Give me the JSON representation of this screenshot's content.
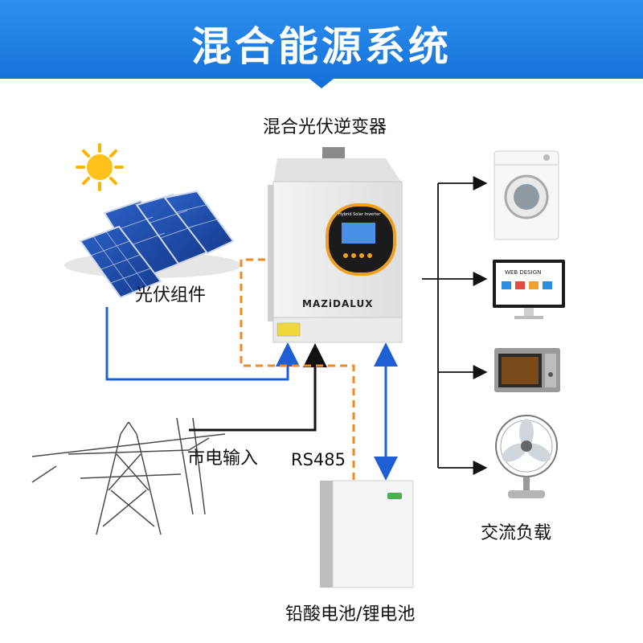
{
  "banner": {
    "title": "混合能源系统",
    "color": "#1a7fe6"
  },
  "inverter": {
    "label": "混合光伏逆变器",
    "brand": "MAZiDALUX",
    "screen_text": "Hybrid Solar Inverter"
  },
  "pv": {
    "label": "光伏组件"
  },
  "grid": {
    "label": "市电输入"
  },
  "comm": {
    "label": "RS485"
  },
  "battery": {
    "label": "铅酸电池/锂电池"
  },
  "loads": {
    "label": "交流负载",
    "monitor_text": "WEB DESIGN"
  },
  "colors": {
    "dc_line": "#1f5fd6",
    "ac_line": "#111111",
    "comm_line": "#f08a1c"
  },
  "icons": [
    "sun-icon",
    "solar-panel-icon",
    "pylon-icon",
    "washing-machine-icon",
    "monitor-icon",
    "microwave-icon",
    "fan-icon",
    "battery-icon"
  ]
}
